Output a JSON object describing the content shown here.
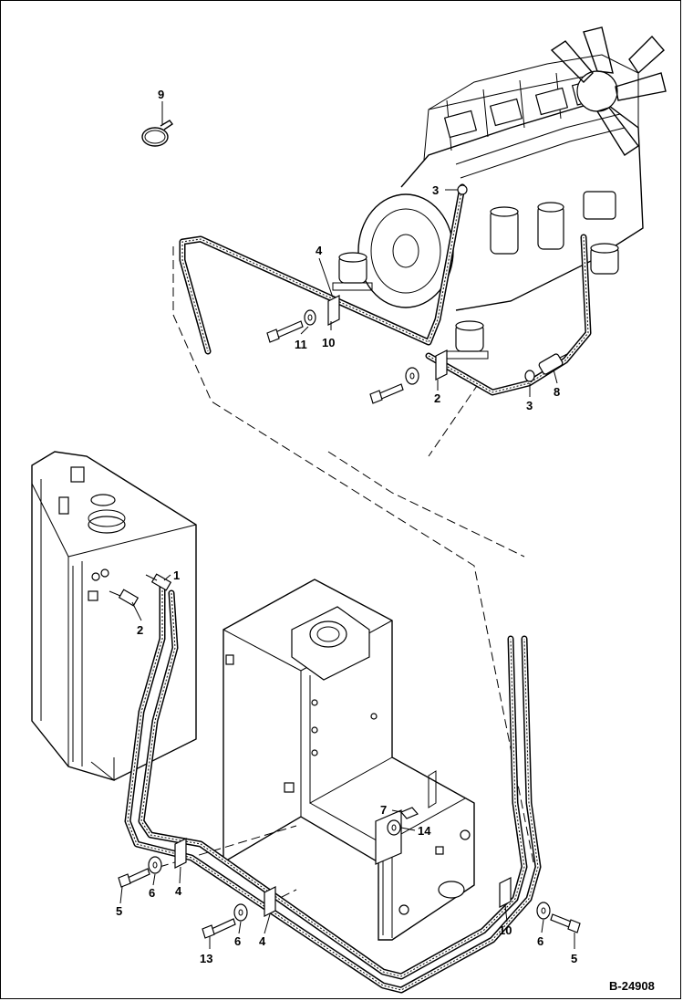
{
  "drawing": {
    "reference": "B-24908",
    "callouts": [
      {
        "id": "c9",
        "text": "9"
      },
      {
        "id": "c3a",
        "text": "3"
      },
      {
        "id": "c4a",
        "text": "4"
      },
      {
        "id": "c11",
        "text": "11"
      },
      {
        "id": "c10a",
        "text": "10"
      },
      {
        "id": "c2a",
        "text": "2"
      },
      {
        "id": "c3b",
        "text": "3"
      },
      {
        "id": "c8",
        "text": "8"
      },
      {
        "id": "c1",
        "text": "1"
      },
      {
        "id": "c2b",
        "text": "2"
      },
      {
        "id": "c7",
        "text": "7"
      },
      {
        "id": "c14",
        "text": "14"
      },
      {
        "id": "c5a",
        "text": "5"
      },
      {
        "id": "c6a",
        "text": "6"
      },
      {
        "id": "c4b",
        "text": "4"
      },
      {
        "id": "c13",
        "text": "13"
      },
      {
        "id": "c6b",
        "text": "6"
      },
      {
        "id": "c4c",
        "text": "4"
      },
      {
        "id": "c10b",
        "text": "10"
      },
      {
        "id": "c6c",
        "text": "6"
      },
      {
        "id": "c5b",
        "text": "5"
      }
    ]
  }
}
